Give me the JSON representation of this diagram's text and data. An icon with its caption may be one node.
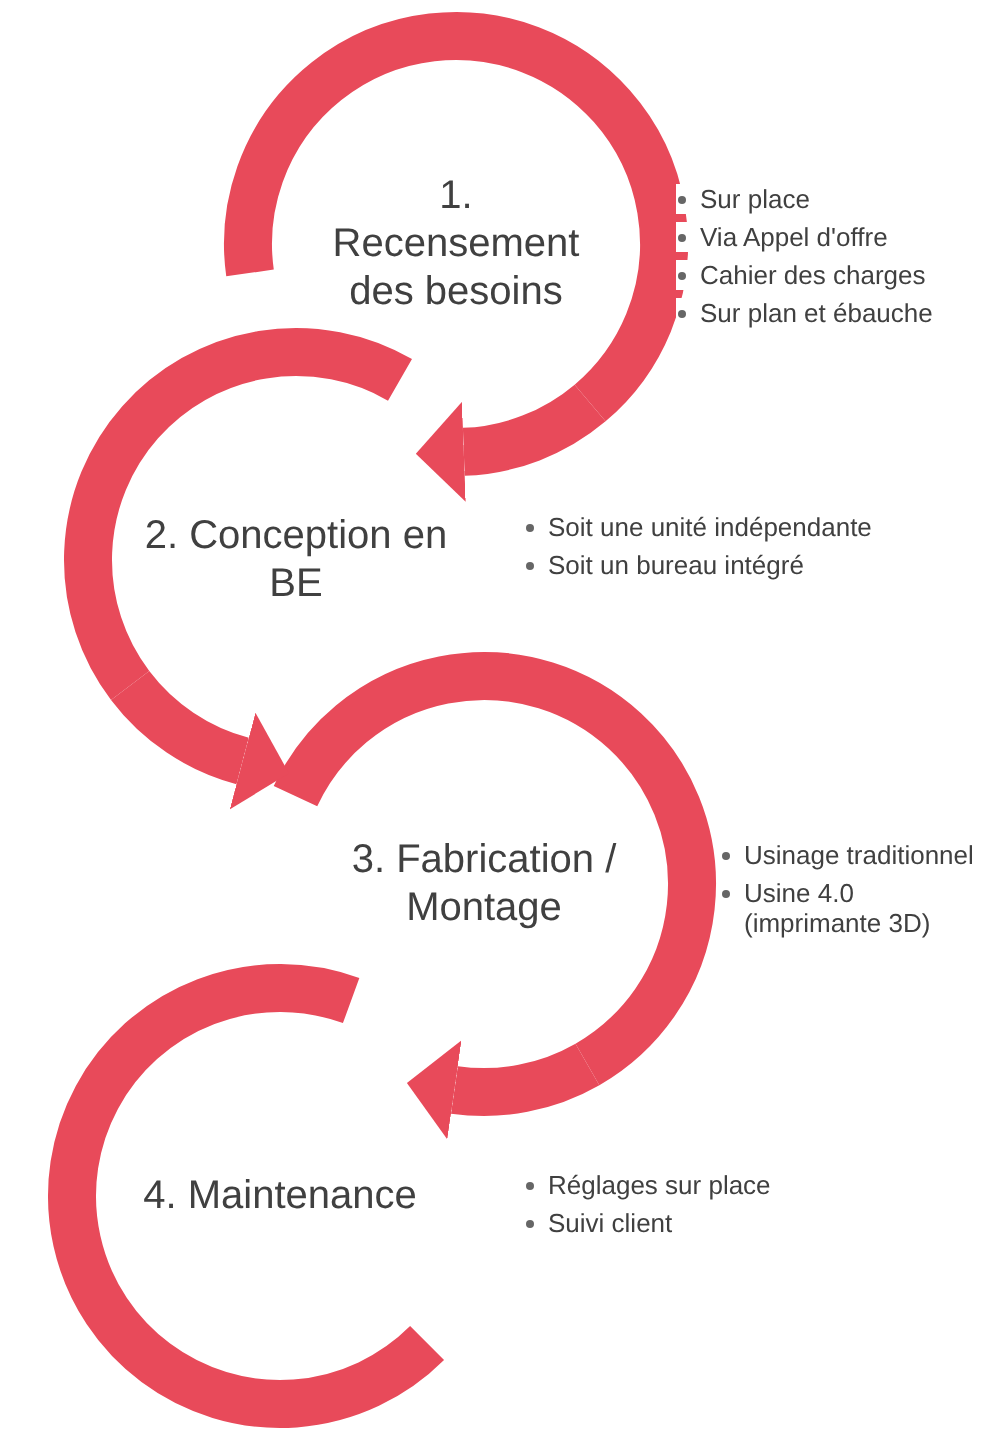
{
  "diagram": {
    "nodes": [
      {
        "text": [
          "1. Recensement des besoins"
        ],
        "beside": [
          "Sur place",
          "Via Appel d'offre",
          "Cahier des charges",
          "Sur plan et ébauche"
        ]
      },
      {
        "text": [
          "2. Conception en BE"
        ],
        "beside": [
          "Soit une unité indépendante",
          "Soit un bureau intégré"
        ]
      },
      {
        "text": [
          "3. Fabrication / Montage"
        ],
        "beside": [
          "Usinage traditionnel",
          "Usine 4.0 (imprimante 3D)"
        ]
      },
      {
        "text": [
          "4. Maintenance"
        ],
        "beside": [
          "Réglages sur place",
          "Suivi client"
        ]
      }
    ],
    "edges": [
      {
        "from": 0,
        "to": 1,
        "arrow": "to"
      },
      {
        "from": 1,
        "to": 2,
        "arrow": "to"
      },
      {
        "from": 2,
        "to": 3,
        "arrow": "to"
      }
    ]
  }
}
